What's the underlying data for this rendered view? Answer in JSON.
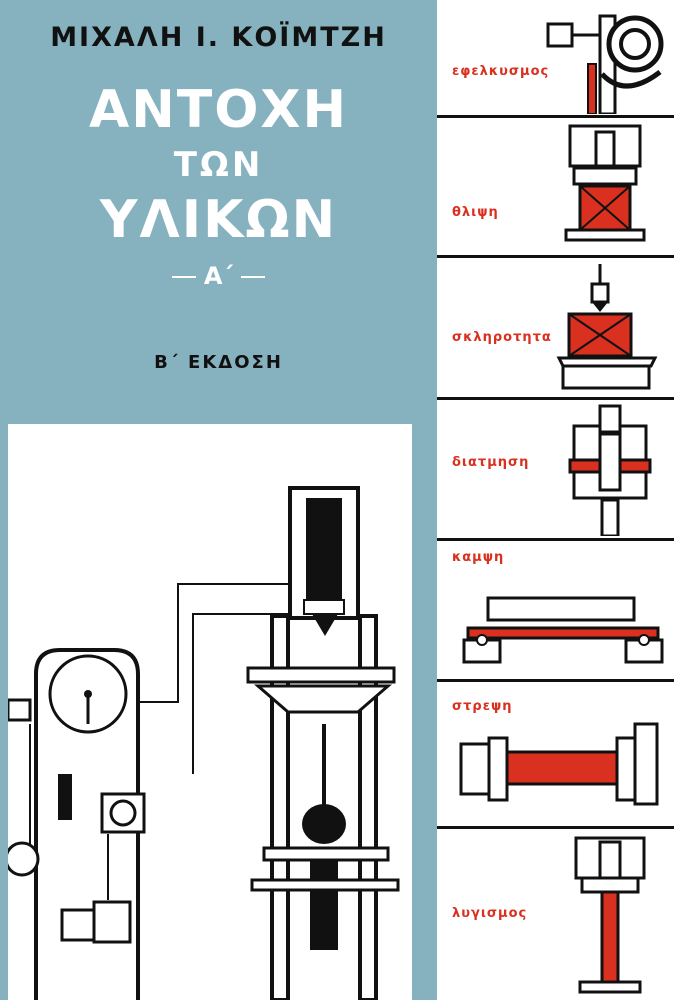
{
  "cover": {
    "author": "ΜΙΧΑΛΗ Ι. ΚΟΪΜΤΖΗ",
    "title_line1": "ΑΝΤΟΧΗ",
    "title_line2": "ΤΩΝ",
    "title_line3": "ΥΛΙΚΩΝ",
    "volume": "Α΄",
    "edition": "Β΄ ΕΚΔΟΣΗ"
  },
  "tests": [
    {
      "label": "εφελκυσμος"
    },
    {
      "label": "θλιψη"
    },
    {
      "label": "σκληροτητα"
    },
    {
      "label": "διατμηση"
    },
    {
      "label": "καμψη"
    },
    {
      "label": "στρεψη"
    },
    {
      "label": "λυγισμος"
    }
  ],
  "colors": {
    "teal": "#86b2c0",
    "accent_red": "#d9301f",
    "ink": "#111111"
  }
}
